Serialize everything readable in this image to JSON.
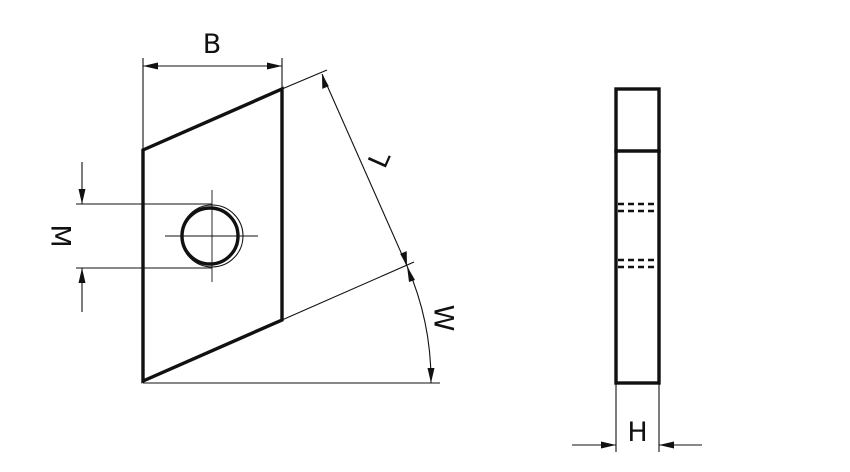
{
  "labels": {
    "width": "B",
    "length": "L",
    "hole_diameter": "M",
    "angle": "W",
    "thickness": "H"
  }
}
